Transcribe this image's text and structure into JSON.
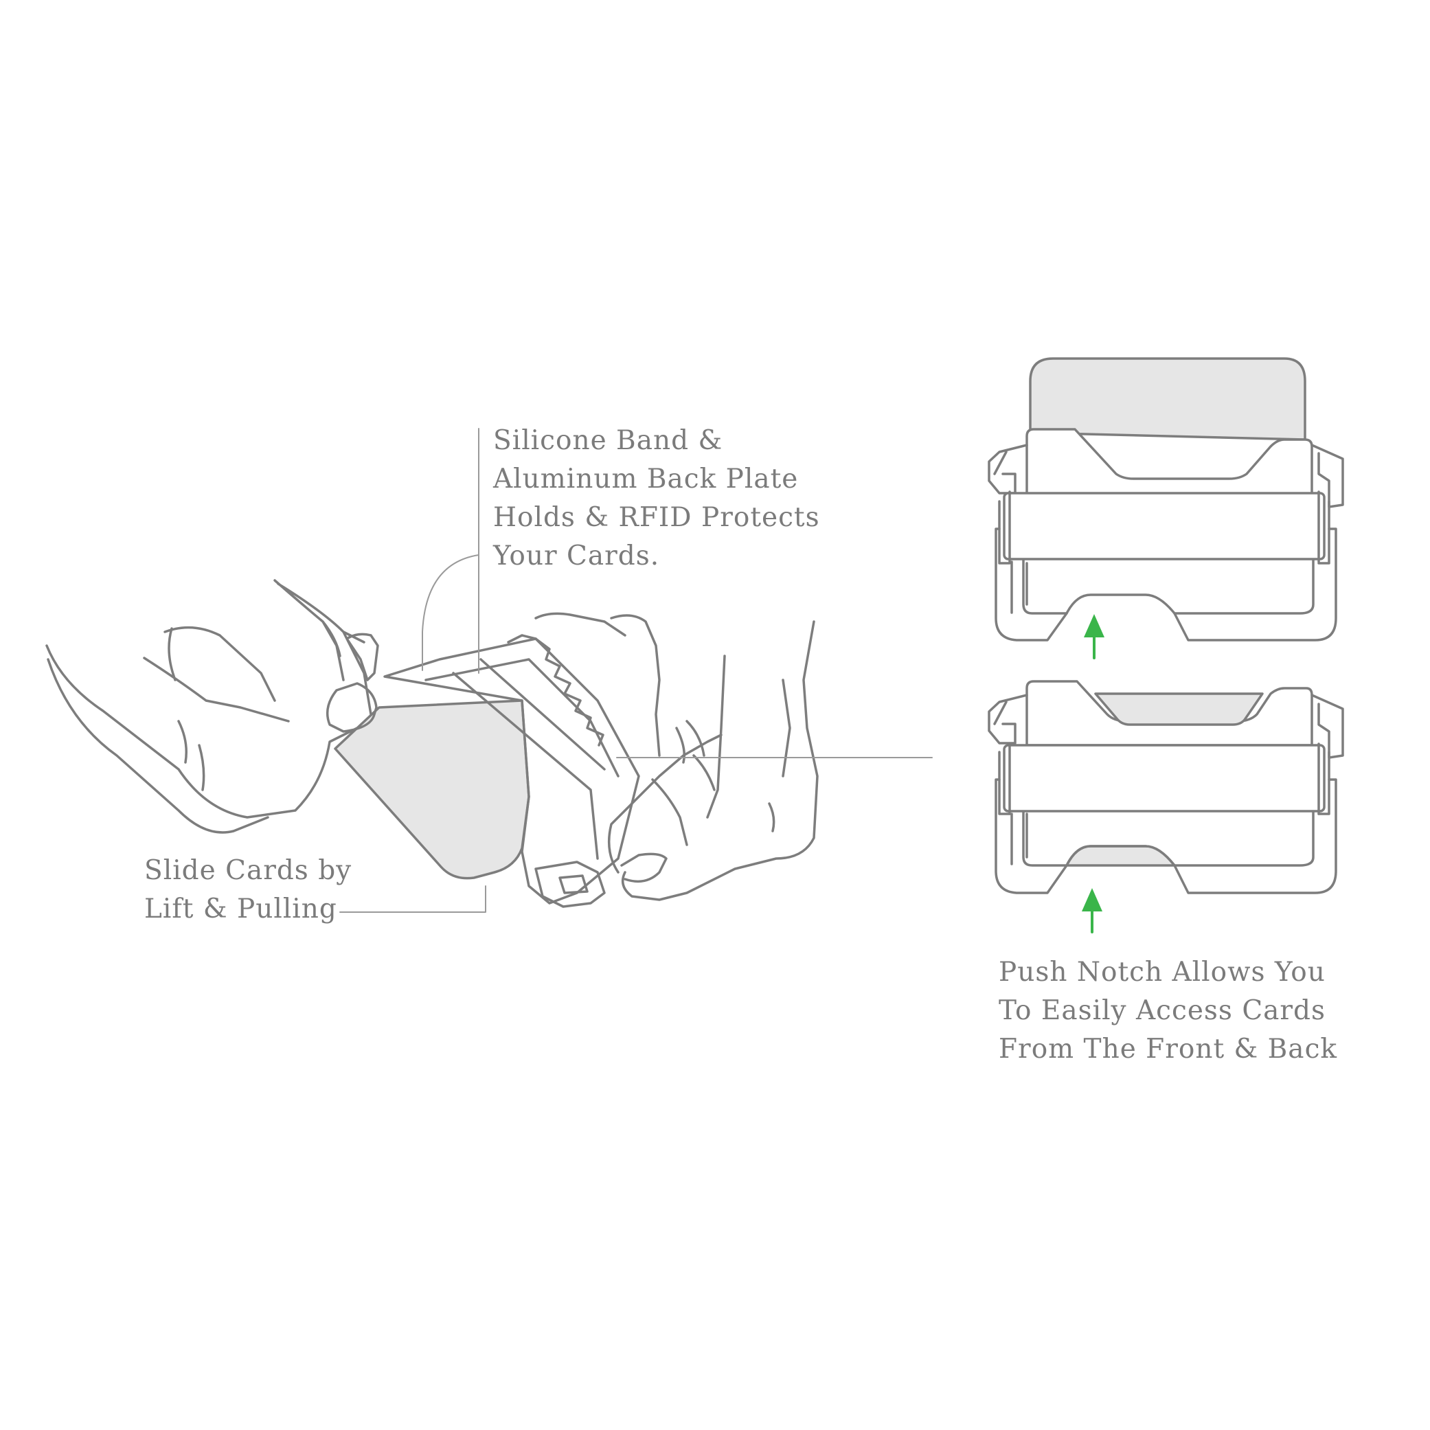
{
  "colors": {
    "stroke": "#7d7d7d",
    "card_fill": "#e6e6e6",
    "text": "#7b7b7b",
    "arrow": "#3ab54a",
    "background": "#ffffff"
  },
  "callouts": {
    "silicone_band": {
      "lines": [
        "Silicone Band &",
        "Aluminum Back Plate",
        "Holds & RFID Protects",
        "Your Cards."
      ]
    },
    "slide_cards": {
      "lines": [
        "Slide Cards by",
        "Lift & Pulling"
      ]
    },
    "push_notch": {
      "lines": [
        "Push Notch Allows You",
        "To Easily Access Cards",
        "From The Front & Back"
      ]
    }
  },
  "icons": [
    "hands-holding-wallet-illustration",
    "wallet-front-view",
    "wallet-back-view",
    "up-arrow-icon"
  ]
}
